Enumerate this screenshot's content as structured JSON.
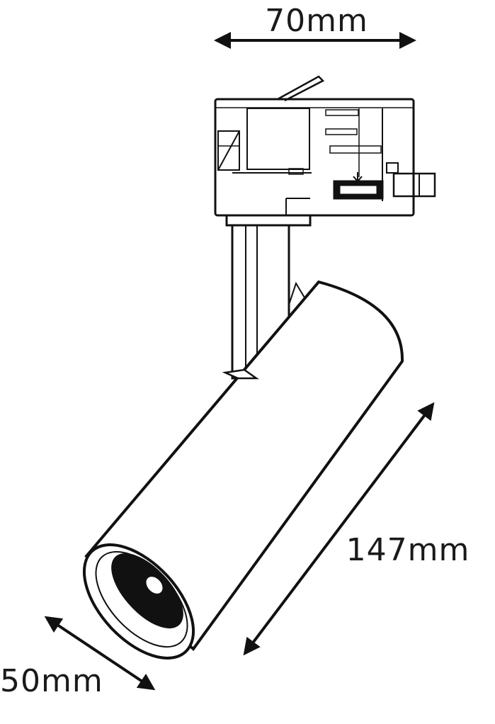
{
  "dimensions": {
    "width_label": "70mm",
    "length_label": "147mm",
    "diameter_label": "50mm"
  },
  "colors": {
    "line": "#111111",
    "background": "#ffffff"
  }
}
